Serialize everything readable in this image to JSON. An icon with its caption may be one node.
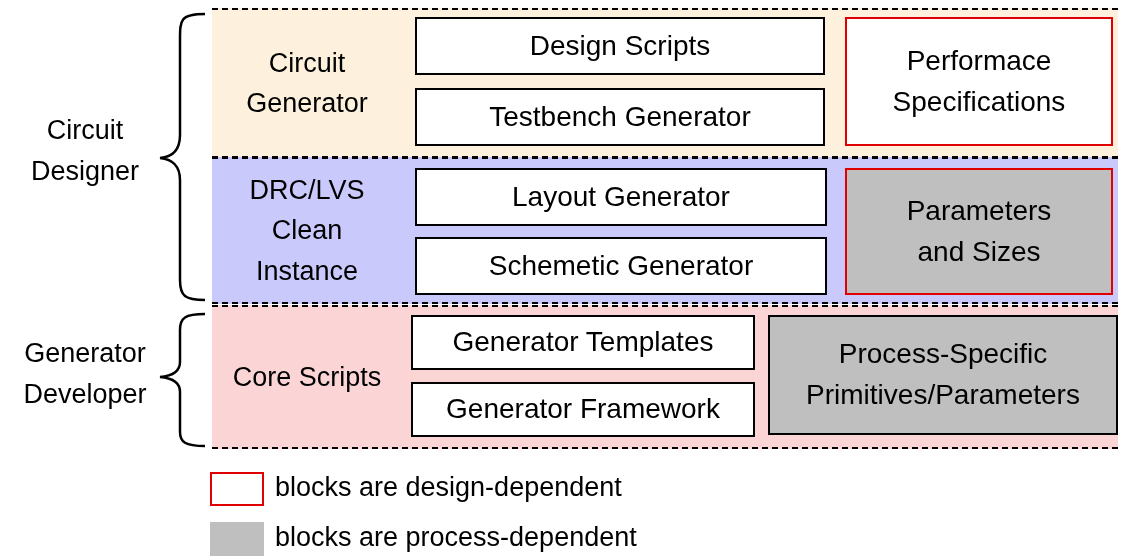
{
  "diagram": {
    "nodes": [
      {
        "text": [
          "Circuit Generator"
        ]
      },
      {
        "text": [
          "Design Scripts"
        ],
        "in": 0
      },
      {
        "text": [
          "Testbench Generator"
        ],
        "in": 0
      },
      {
        "text": [
          "Performace Specifications"
        ],
        "in": 0
      },
      {
        "text": [
          "DRC/LVS Clean Instance"
        ]
      },
      {
        "text": [
          "Layout Generator"
        ],
        "in": 4
      },
      {
        "text": [
          "Schemetic Generator"
        ],
        "in": 4
      },
      {
        "text": [
          "Parameters and Sizes"
        ],
        "in": 4
      },
      {
        "text": [
          "Core Scripts"
        ]
      },
      {
        "text": [
          "Generator Templates"
        ],
        "in": 8
      },
      {
        "text": [
          "Generator Framework"
        ],
        "in": 8
      },
      {
        "text": [
          "Process-Specific Primitives/Parameters"
        ],
        "in": 8
      }
    ],
    "edges": [],
    "labels": [
      "Circuit Designer",
      "Generator Developer"
    ],
    "legend": [
      {
        "text": "blocks are design-dependent"
      },
      {
        "text": "blocks are process-dependent",
        "color": "#bfbfbf"
      }
    ]
  }
}
